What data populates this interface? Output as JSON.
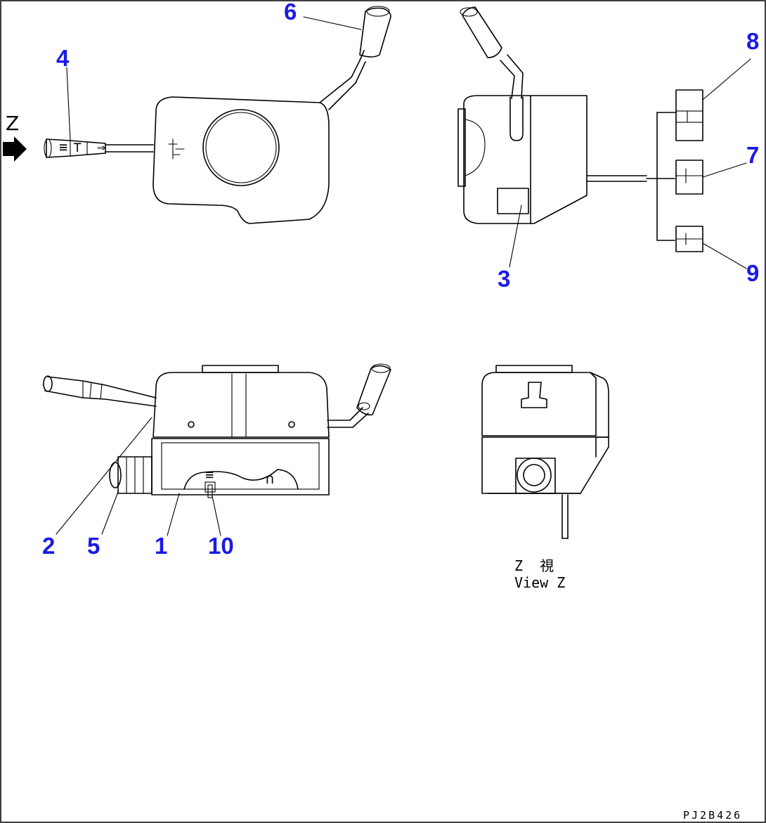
{
  "accent_color": "#1a1ae6",
  "callouts": {
    "c1": "1",
    "c2": "2",
    "c3": "3",
    "c4": "4",
    "c5": "5",
    "c6": "6",
    "c7": "7",
    "c8": "8",
    "c9": "9",
    "c10": "10"
  },
  "view_marker": "Z",
  "view_caption": {
    "line1": "Z  視",
    "line2": "View Z"
  },
  "drawing_code": "PJ2B426",
  "icons": {
    "view_arrow": "arrow-right-icon"
  }
}
